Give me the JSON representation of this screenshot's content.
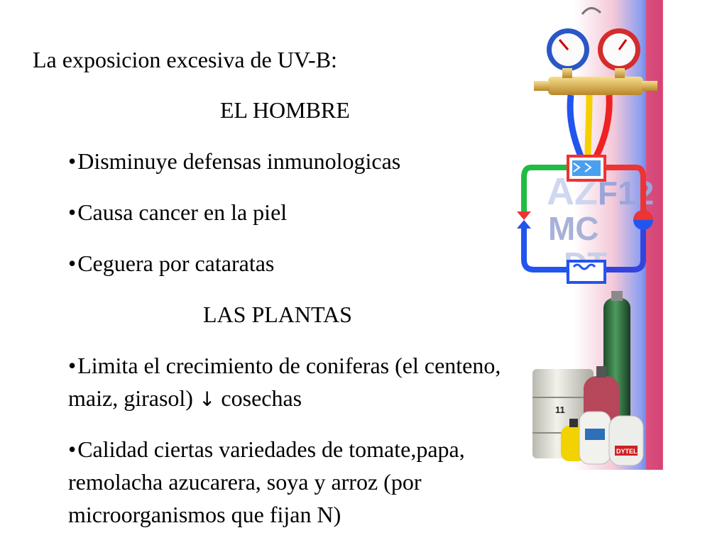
{
  "slide": {
    "heading": "La exposicion excesiva de UV-B:",
    "section_men": {
      "title": "EL HOMBRE",
      "bullets": [
        "Disminuye defensas inmunologicas",
        "Causa cancer en la piel",
        "Ceguera por cataratas"
      ]
    },
    "section_plants": {
      "title": "LAS PLANTAS",
      "bullet1": {
        "line1": "Limita el crecimiento de coniferas (el centeno,",
        "line2_before_arrow": "maiz, girasol) ",
        "arrow_symbol": "↓",
        "line2_after_arrow": " cosechas"
      },
      "bullet2": {
        "line1": "Calidad ciertas variedades de tomate,papa,",
        "line2": "remolacha azucarera, soya y arroz (por",
        "line3": "microorganismos que fijan N)"
      }
    },
    "bullet_symbol": "•",
    "illustration": {
      "gauge_icons": [
        "pressure-gauge-icon",
        "pressure-gauge-icon"
      ],
      "panel_labels": [
        "AZ",
        "F12",
        "MC",
        "DT"
      ],
      "cylinder_label": "DYTEL",
      "drum_label": "11",
      "colors": {
        "panel_red": "#ee4466",
        "panel_blue": "#3344dd",
        "hose_blue": "#2255ee",
        "hose_yellow": "#f5d000",
        "hose_red": "#ee2222",
        "pipe_green": "#22bb44",
        "cylinder_green": "#2a6b3a"
      }
    }
  }
}
